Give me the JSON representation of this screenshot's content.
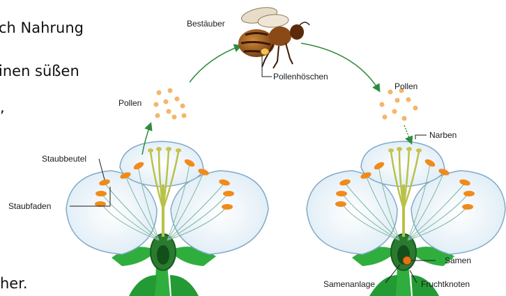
{
  "story_fragments": [
    "ch Nahrung",
    "inen süßen",
    ",",
    "her."
  ],
  "labels": {
    "pollinator": "Bestäuber",
    "pollen_baskets": "Pollenhöschen",
    "pollen_left": "Pollen",
    "pollen_right": "Pollen",
    "anthers": "Staubbeutel",
    "filament": "Staubfaden",
    "stigma": "Narben",
    "seed": "Samen",
    "ovule": "Samenanlage",
    "ovary": "Fruchtknoten"
  },
  "colors": {
    "petal_fill": "#eef6fb",
    "petal_stroke": "#7fa9c8",
    "anther": "#f28a1a",
    "pollen": "#f4b66a",
    "stem": "#2fae3e",
    "arrow": "#2e8b3d",
    "style": "#b8c24a"
  }
}
